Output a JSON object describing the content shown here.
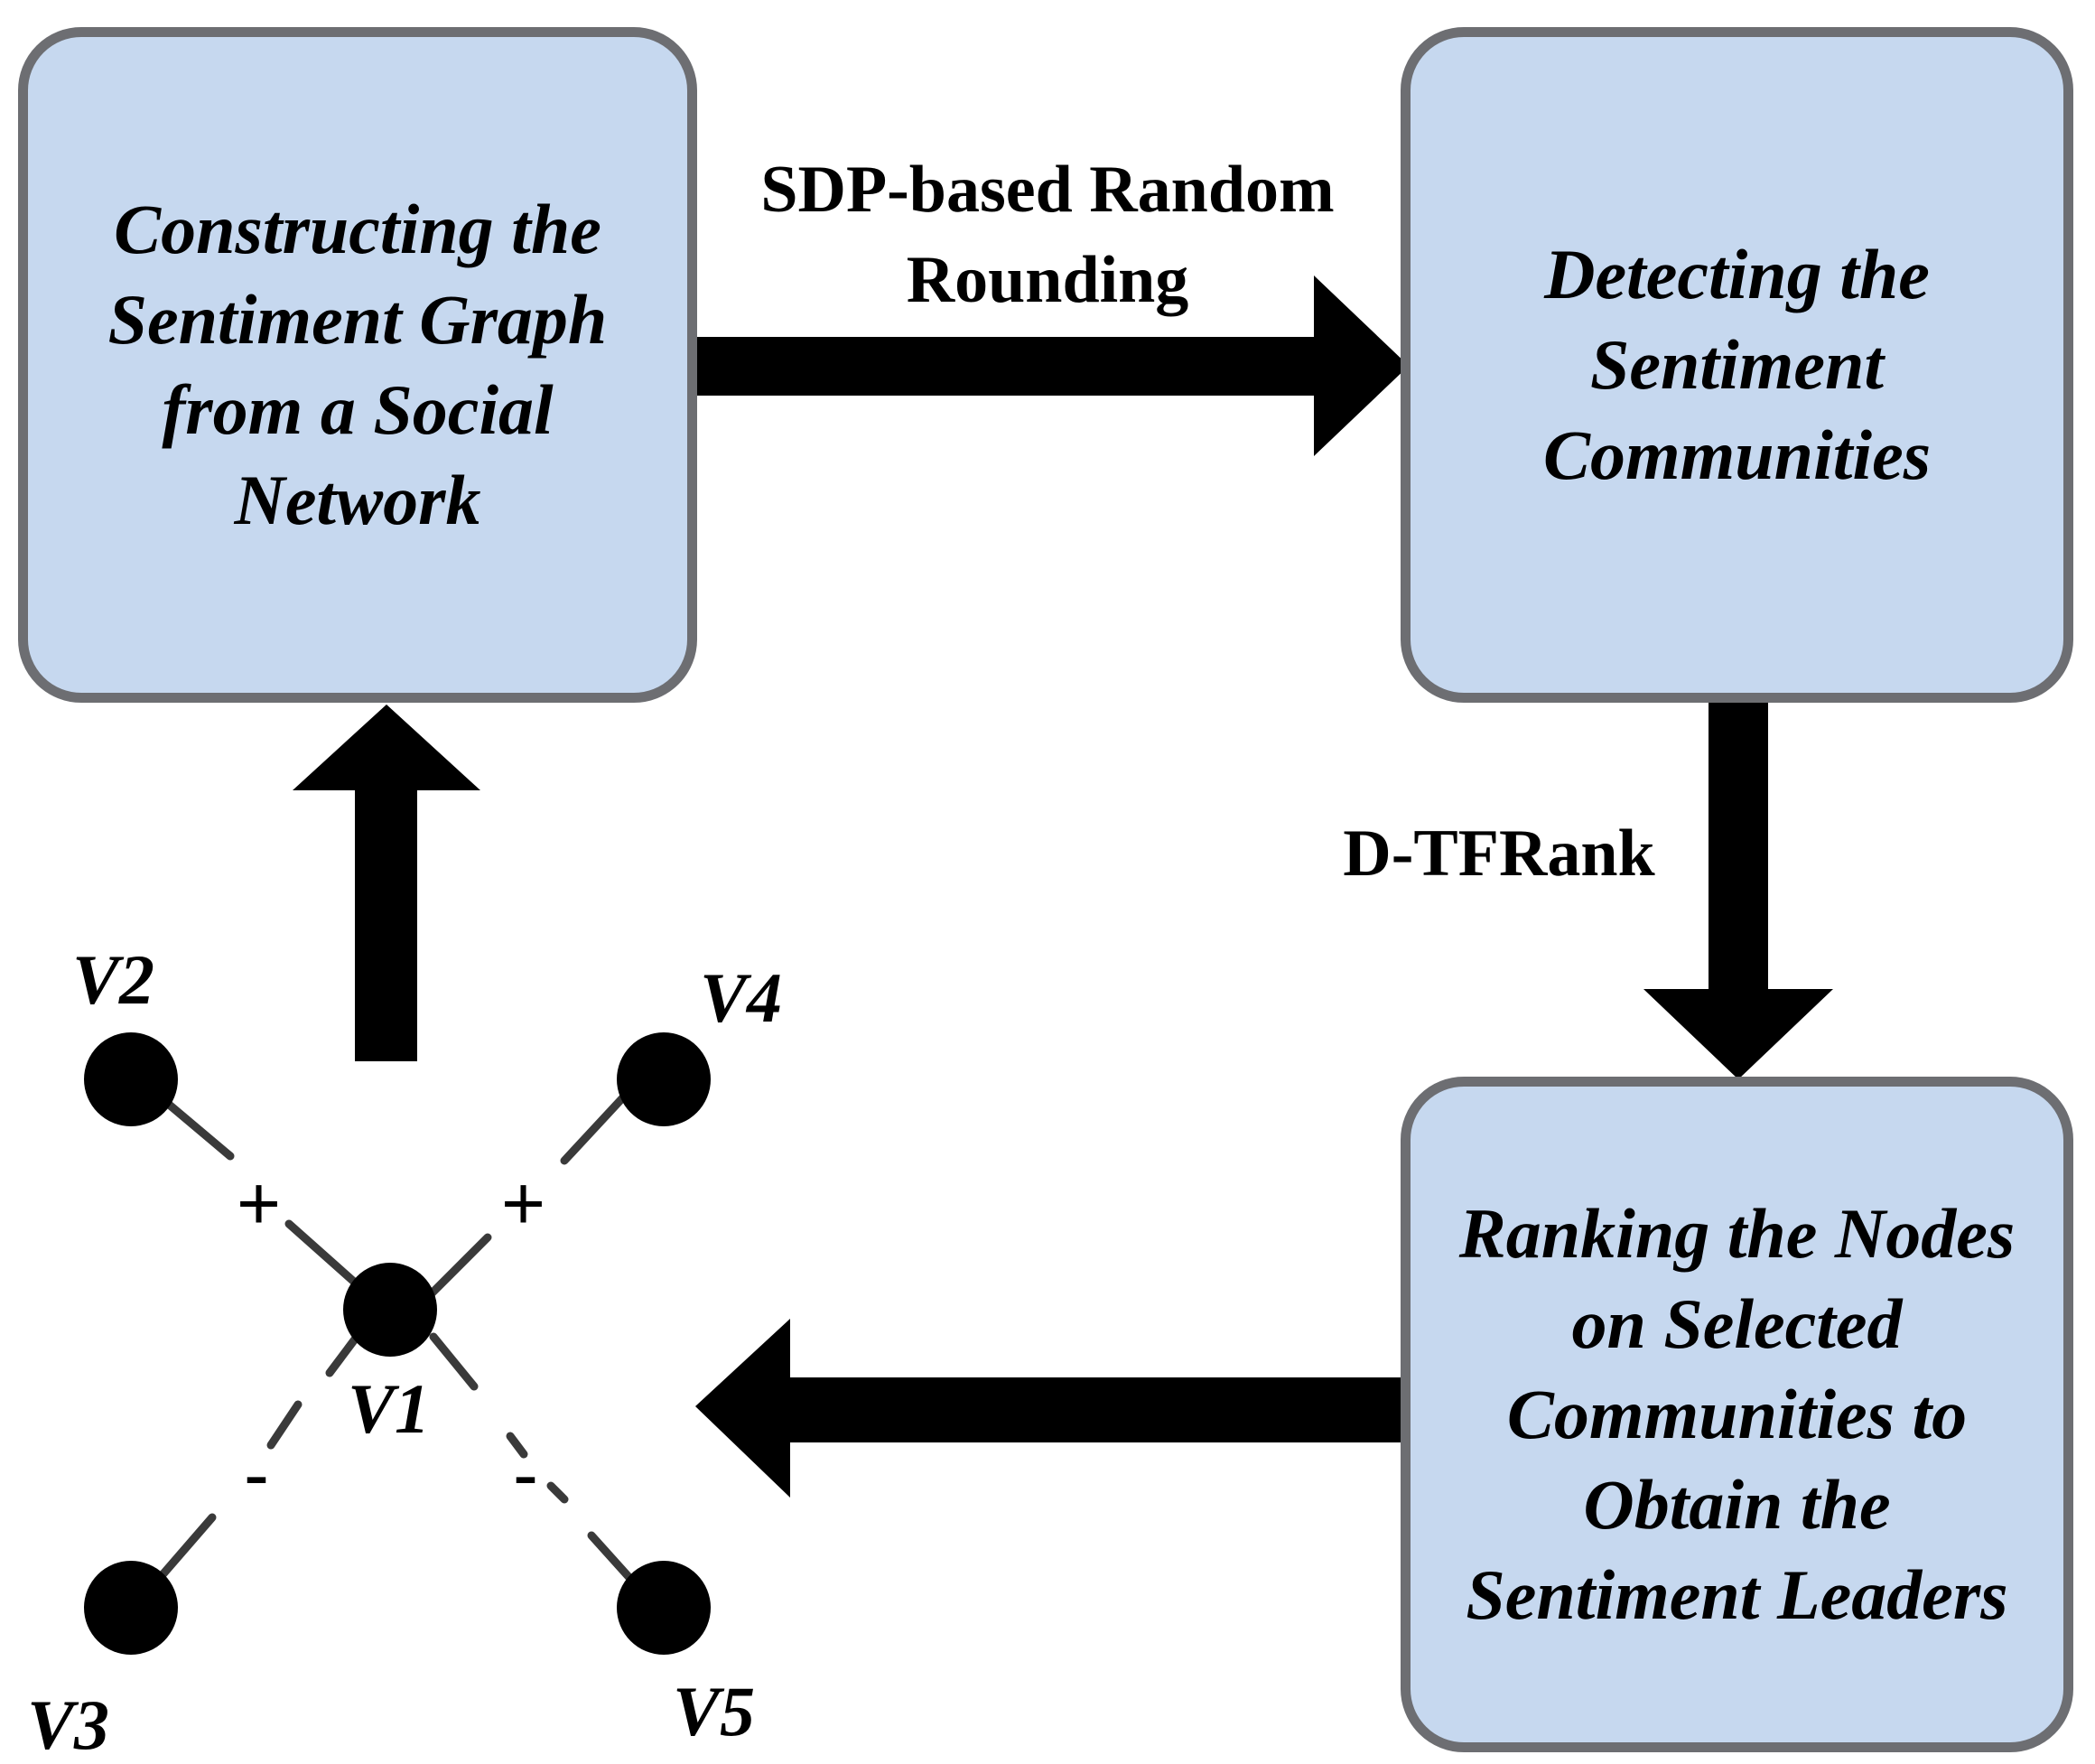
{
  "boxes": {
    "construct": [
      "Constructing the",
      "Sentiment Graph",
      "from a Social",
      "Network"
    ],
    "detect": [
      "Detecting the",
      "Sentiment",
      "Communities"
    ],
    "rank": [
      "Ranking the Nodes",
      "on Selected",
      "Communities to",
      "Obtain the",
      "Sentiment Leaders"
    ]
  },
  "edges": {
    "sdp_label": [
      "SDP-based Random",
      "Rounding"
    ],
    "dtfrank_label": "D-TFRank"
  },
  "graph": {
    "nodes": [
      "V1",
      "V2",
      "V3",
      "V4",
      "V5"
    ],
    "signs": {
      "v1_v2": "+",
      "v1_v4": "+",
      "v1_v3": "-",
      "v1_v5": "-"
    }
  },
  "colors": {
    "box_fill": "#c6d8ef",
    "box_border": "#6d6e72",
    "arrow": "#000000",
    "edge_line": "#3a3a3a"
  }
}
